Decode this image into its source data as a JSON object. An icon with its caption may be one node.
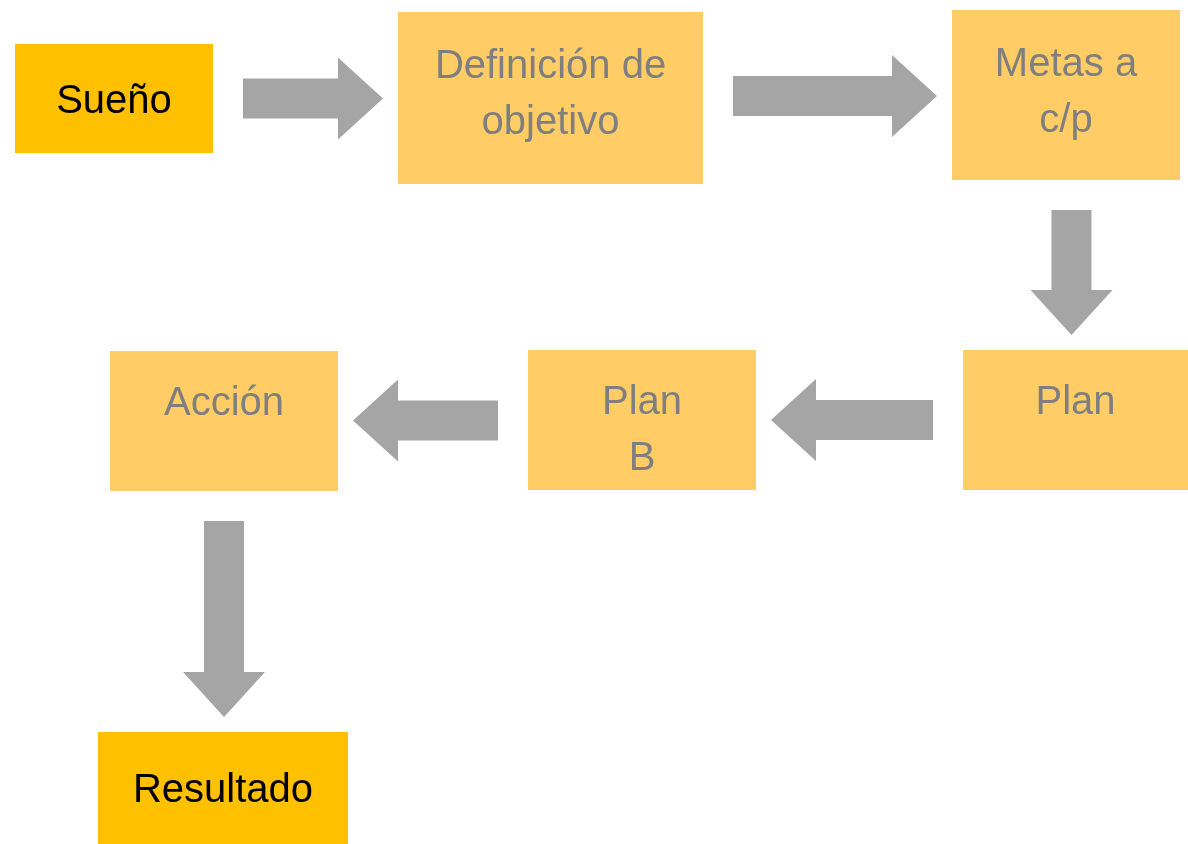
{
  "diagram": {
    "nodes": [
      {
        "text": [
          "Sueño"
        ]
      },
      {
        "text": [
          "Definición de objetivo"
        ]
      },
      {
        "text": [
          "Metas a c/p"
        ]
      },
      {
        "text": [
          "Plan"
        ]
      },
      {
        "text": [
          "Plan B"
        ]
      },
      {
        "text": [
          "Acción"
        ]
      },
      {
        "text": [
          "Resultado"
        ]
      }
    ],
    "edges": [
      {
        "from": 0,
        "to": 1,
        "arrow": "to"
      },
      {
        "from": 1,
        "to": 2,
        "arrow": "to"
      },
      {
        "from": 2,
        "to": 3,
        "arrow": "to"
      },
      {
        "from": 3,
        "to": 4,
        "arrow": "to"
      },
      {
        "from": 4,
        "to": 5,
        "arrow": "to"
      },
      {
        "from": 5,
        "to": 6,
        "arrow": "to"
      }
    ]
  }
}
